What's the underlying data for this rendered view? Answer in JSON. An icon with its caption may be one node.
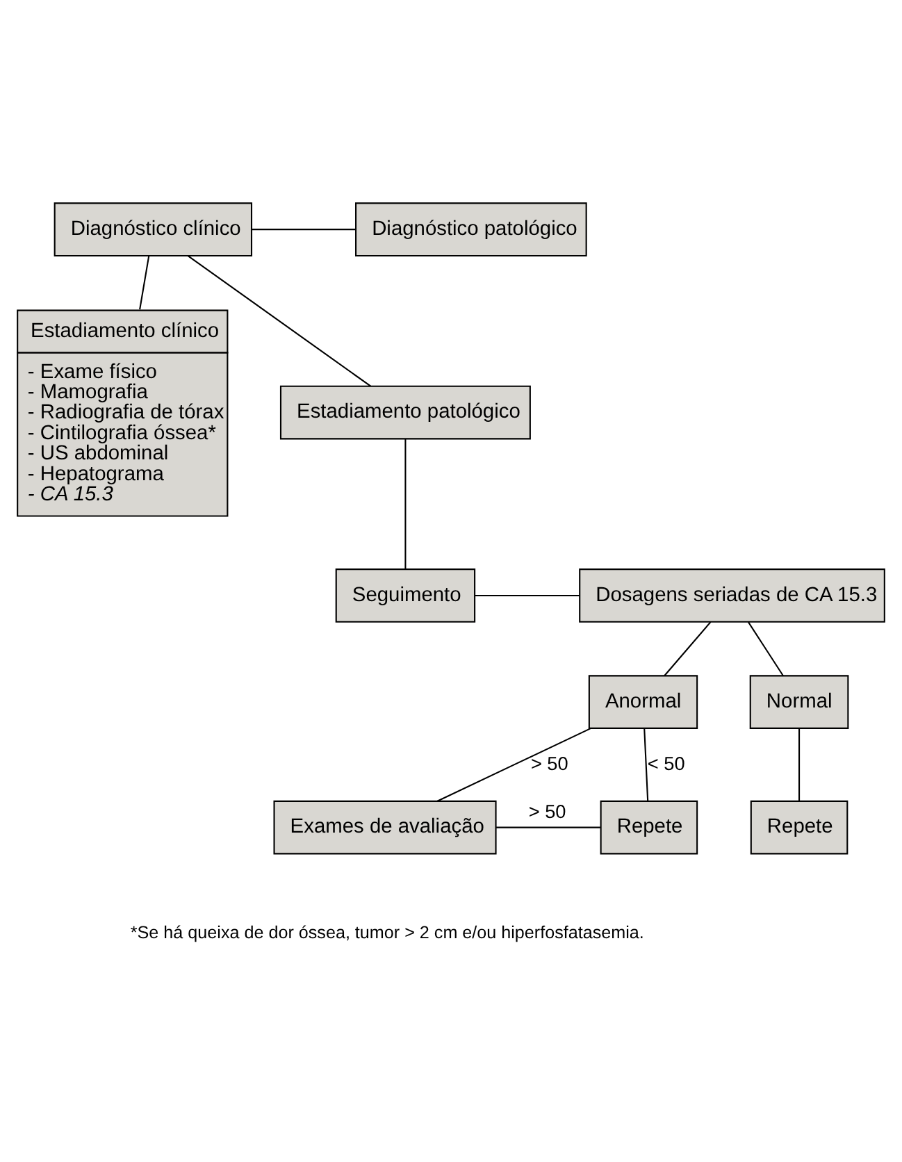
{
  "diagram": {
    "nodes": [
      {
        "text": [
          "Diagnóstico clínico"
        ]
      },
      {
        "text": [
          "Diagnóstico patológico"
        ]
      },
      {
        "text": [
          "Estadiamento clínico",
          "- Exame físico",
          "- Mamografia",
          "- Radiografia de tórax",
          "- Cintilografia óssea*",
          "- US abdominal",
          "- Hepatograma",
          "- CA 15.3"
        ]
      },
      {
        "text": [
          "Estadiamento patológico"
        ]
      },
      {
        "text": [
          "Seguimento"
        ]
      },
      {
        "text": [
          "Dosagens seriadas de CA 15.3"
        ]
      },
      {
        "text": [
          "Anormal"
        ]
      },
      {
        "text": [
          "Normal"
        ]
      },
      {
        "text": [
          "Repete"
        ]
      },
      {
        "text": [
          "Exames de avaliação"
        ]
      },
      {
        "text": [
          "Repete"
        ]
      }
    ],
    "edges": [
      {
        "from": 0,
        "to": 1,
        "arrow": "none"
      },
      {
        "from": 0,
        "to": 2,
        "arrow": "none"
      },
      {
        "from": 0,
        "to": 3,
        "arrow": "none"
      },
      {
        "from": 3,
        "to": 4,
        "arrow": "none"
      },
      {
        "from": 4,
        "to": 5,
        "arrow": "none"
      },
      {
        "from": 5,
        "to": 6,
        "arrow": "none"
      },
      {
        "from": 5,
        "to": 7,
        "arrow": "none"
      },
      {
        "from": 6,
        "to": 8,
        "label": "< 50",
        "arrow": "none"
      },
      {
        "from": 6,
        "to": 9,
        "label": "> 50",
        "arrow": "none"
      },
      {
        "from": 9,
        "to": 8,
        "label": "> 50",
        "arrow": "none"
      },
      {
        "from": 7,
        "to": 10,
        "arrow": "none"
      }
    ],
    "labels": [
      "*Se há queixa de dor óssea, tumor > 2 cm e/ou hiperfosfatasemia."
    ]
  }
}
